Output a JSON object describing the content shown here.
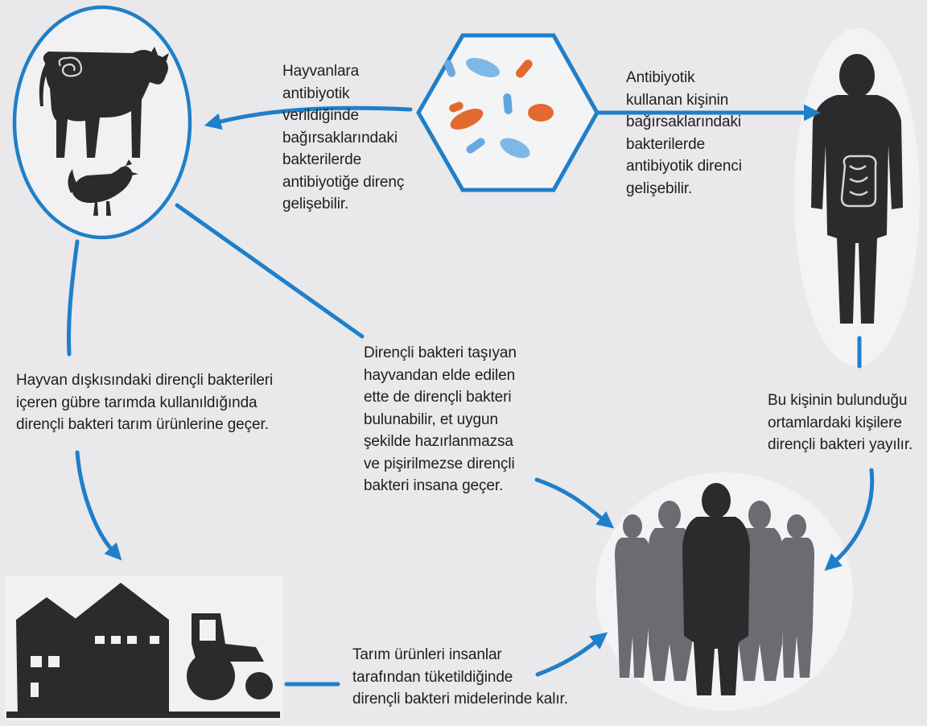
{
  "colors": {
    "background": "#e9e8ea",
    "accent": "#1f7fc9",
    "silhouette": "#2b2b2d",
    "crowd_grey": "#6b6b70"
  },
  "icons": {
    "animals": "cow-and-chicken-silhouette",
    "antibiotics": "pills-and-capsules",
    "person": "person-with-intestines-silhouette",
    "farm": "farmhouse-and-tractor-silhouette",
    "crowd": "group-of-people-silhouette"
  },
  "texts": {
    "animals_resistance": "Hayvanlara\nantibiyotik\nverildiğinde\nbağırsaklarındaki\nbakterilerde\nantibiyotiğe direnç\ngelişebilir.",
    "person_resistance": "Antibiyotik\nkullanan kişinin\nbağırsaklarındaki\nbakterilerde\nantibiyotik direnci\ngelişebilir.",
    "manure": "Hayvan dışkısındaki dirençli bakterileri\niçeren gübre tarımda kullanıldığında\ndirençli bakteri tarım ürünlerine geçer.",
    "meat": "Dirençli bakteri taşıyan\nhayvandan elde edilen\nette de dirençli bakteri\nbulunabilir, et uygun\nşekilde hazırlanmazsa\nve pişirilmezse dirençli\nbakteri insana geçer.",
    "spread": "Bu kişinin bulunduğu\nortamlardaki kişilere\ndirençli bakteri yayılır.",
    "crops": "Tarım ürünleri insanlar\ntarafından tüketildiğinde\ndirençli bakteri midelerinde kalır."
  }
}
